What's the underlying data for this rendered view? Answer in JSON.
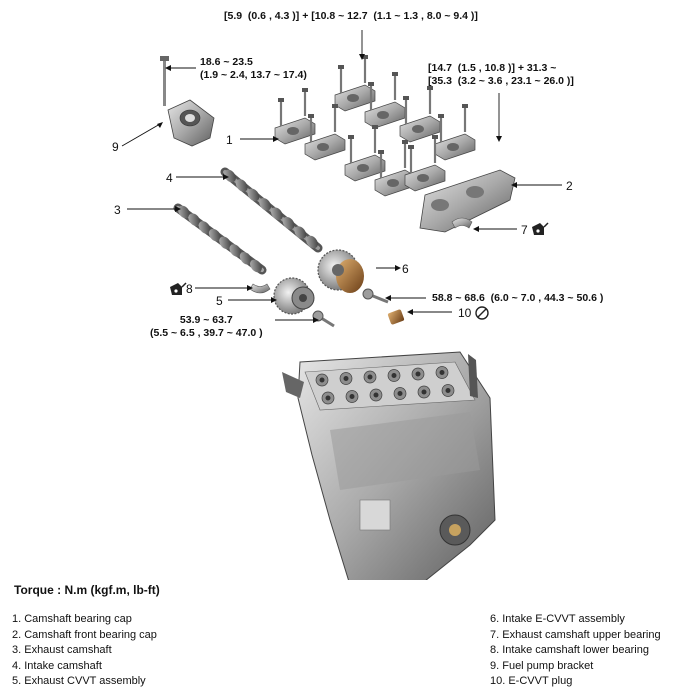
{
  "torque_specs": {
    "cap_bolts_a": "[5.9  (0.6 , 4.3 )] + [10.8 ~ 12.7  (1.1 ~ 1.3 , 8.0 ~ 9.4 )]",
    "pump_bracket_bolt": "18.6 ~ 23.5\n(1.9 ~ 2.4, 13.7 ~ 17.4)",
    "front_cap_bolts": "[14.7  (1.5 , 10.8 )] + 31.3 ~\n[35.3  (3.2 ~ 3.6 , 23.1 ~ 26.0 )]",
    "cvvt_bolt_intake": "58.8 ~ 68.6  (6.0 ~ 7.0 , 44.3 ~ 50.6 )",
    "cvvt_bolt_exhaust": "53.9 ~ 63.7\n(5.5 ~ 6.5 , 39.7 ~ 47.0 )"
  },
  "callouts": [
    "1",
    "2",
    "3",
    "4",
    "5",
    "6",
    "7",
    "8",
    "9",
    "10"
  ],
  "torque_unit_title": "Torque : N.m (kgf.m, lb-ft)",
  "legend": {
    "left": [
      "1. Camshaft bearing cap",
      "2. Camshaft front bearing cap",
      "3. Exhaust camshaft",
      "4. Intake camshaft",
      "5. Exhaust CVVT assembly"
    ],
    "right": [
      "6. Intake E-CVVT assembly",
      "7. Exhaust camshaft upper bearing",
      "8. Intake camshaft lower bearing",
      "9. Fuel pump bracket",
      "10. E-CVVT plug"
    ]
  },
  "icons": {
    "oil_can_icon": "oil-can-icon",
    "no_reuse_icon": "no-reuse-icon"
  }
}
